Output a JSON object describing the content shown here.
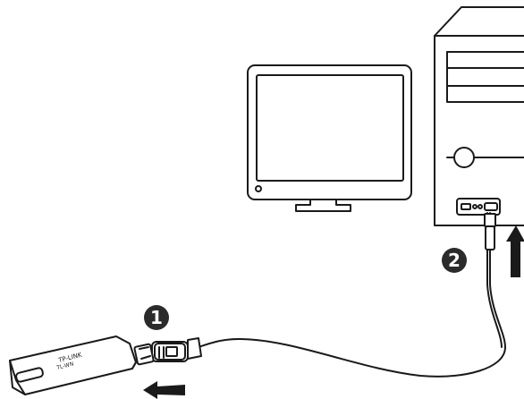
{
  "steps": [
    {
      "number": "1"
    },
    {
      "number": "2"
    }
  ],
  "adapter": {
    "brand": "TP-LINK",
    "model": "TL-WN"
  },
  "icons": {
    "step1_arrow": "arrow-left-icon",
    "step2_arrow": "arrow-up-icon"
  },
  "colors": {
    "line": "#1a1a1a",
    "badge": "#2b2b2b",
    "badge_text": "#ffffff",
    "fill": "#ffffff"
  }
}
